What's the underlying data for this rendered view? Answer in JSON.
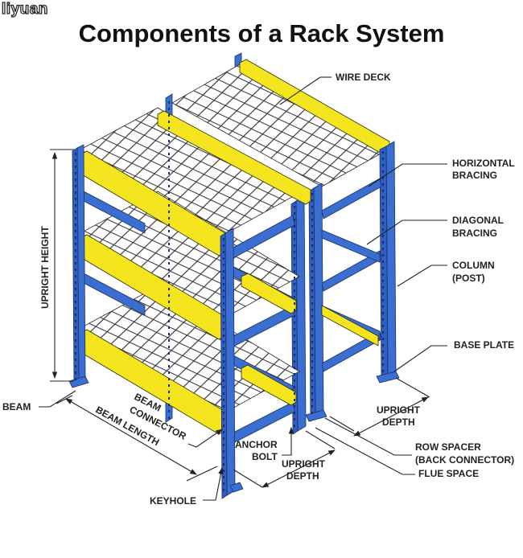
{
  "brand": {
    "logo_text": "liyuan"
  },
  "header": {
    "title": "Components of a Rack System"
  },
  "colors": {
    "upright_blue": "#3a6fd1",
    "beam_yellow": "#f5e51e",
    "outline": "#1b2f66",
    "label_text": "#222222"
  },
  "labels": {
    "wire_deck": "WIRE DECK",
    "horizontal_bracing": [
      "HORIZONTAL",
      "BRACING"
    ],
    "diagonal_bracing": [
      "DIAGONAL",
      "BRACING"
    ],
    "column": [
      "COLUMN",
      "(POST)"
    ],
    "base_plate": "BASE PLATE",
    "upright_depth_right": [
      "UPRIGHT",
      "DEPTH"
    ],
    "row_spacer": [
      "ROW SPACER",
      "(BACK CONNECTOR)"
    ],
    "flue_space": "FLUE SPACE",
    "upright_height": "UPRIGHT HEIGHT",
    "beam": "BEAM",
    "beam_connector": [
      "BEAM",
      "CONNECTOR"
    ],
    "beam_length": "BEAM LENGTH",
    "anchor_bolt": [
      "ANCHOR",
      "BOLT"
    ],
    "upright_depth_front": [
      "UPRIGHT",
      "DEPTH"
    ],
    "keyhole": "KEYHOLE"
  }
}
